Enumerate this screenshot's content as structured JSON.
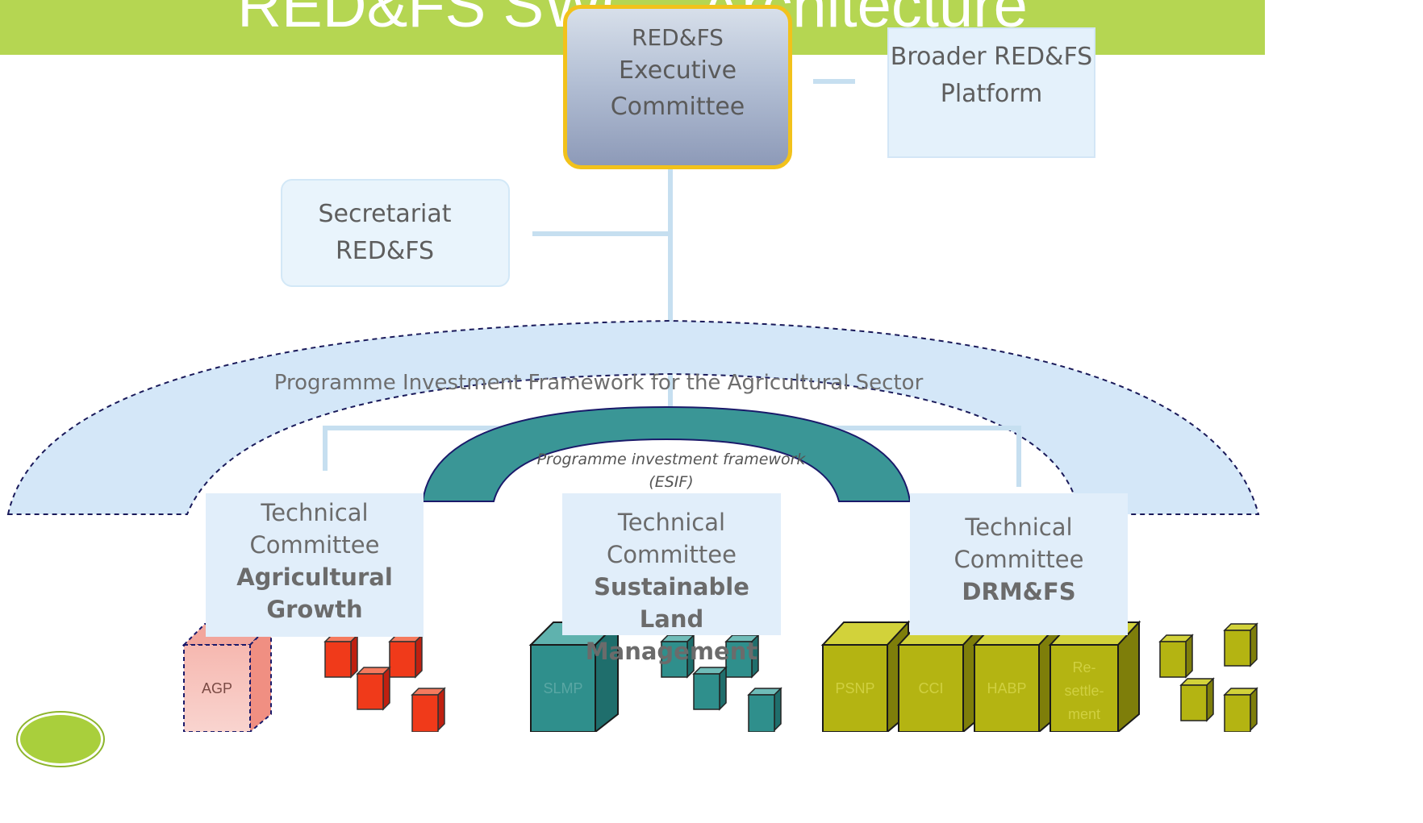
{
  "title": "RED&FS SWG - Architecture",
  "executive_committee": {
    "line1": "RED&FS",
    "line2": "Executive",
    "line3": "Committee"
  },
  "broader_platform": {
    "line1": "Broader RED&FS",
    "line2": "Platform"
  },
  "secretariat": {
    "line1": "Secretariat",
    "line2": "RED&FS"
  },
  "framework_label": "Programme Investment Framework for the Agricultural Sector",
  "esif": {
    "line1": "Programme investment framework",
    "line2": "(ESIF)"
  },
  "technical_committees": [
    {
      "line1": "Technical",
      "line2": "Committee",
      "bold1": "Agricultural",
      "bold2": "Growth"
    },
    {
      "line1": "Technical Committee",
      "bold1": "Sustainable Land",
      "bold2": "Management"
    },
    {
      "line1": "Technical",
      "line2": "Committee",
      "bold1": "DRM&FS"
    }
  ],
  "programmes": {
    "agp": "AGP",
    "slmp": "SLMP",
    "psnp": "PSNP",
    "cci": "CCI",
    "habp": "HABP",
    "resettlement": [
      "Re-",
      "settle-",
      "ment"
    ]
  },
  "colors": {
    "title_band": "#b5d652",
    "exec_border": "#f2c21b",
    "framework_fill": "#d4e7f8",
    "esif_fill": "#3a9696",
    "agp_red": "#f03a1a",
    "slm_teal": "#2f8f8c",
    "drm_olive": "#b4b412"
  }
}
